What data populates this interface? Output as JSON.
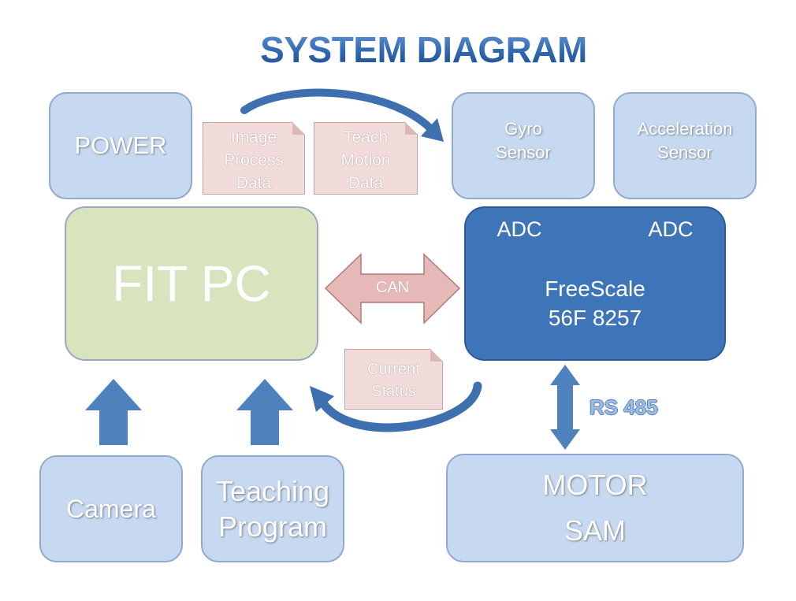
{
  "title": "SYSTEM DIAGRAM",
  "power": "POWER",
  "image_process_data": [
    "Image",
    "Process",
    "Data"
  ],
  "teach_motion_data": [
    "Teach",
    "Motion",
    "Data"
  ],
  "gyro_sensor": [
    "Gyro",
    "Sensor"
  ],
  "acceleration_sensor": [
    "Acceleration",
    "Sensor"
  ],
  "fit_pc": "FIT PC",
  "can": "CAN",
  "freescale": {
    "adc_left": "ADC",
    "adc_right": "ADC",
    "lines": [
      "FreeScale",
      "56F 8257"
    ]
  },
  "current_status": [
    "Current",
    "Status"
  ],
  "rs485": "RS 485",
  "camera": "Camera",
  "teaching_program": [
    "Teaching",
    "Program"
  ],
  "motor_sam": [
    "MOTOR",
    "SAM"
  ],
  "colors": {
    "light_box": "#c6d9f1",
    "light_border": "#8fa9cf",
    "fit_pc": "#d7e4bd",
    "freescale": "#3e74b8",
    "doc": "#f2dcdb",
    "can_arrow": "#e6b9b8",
    "arrow": "#4f81bd"
  }
}
